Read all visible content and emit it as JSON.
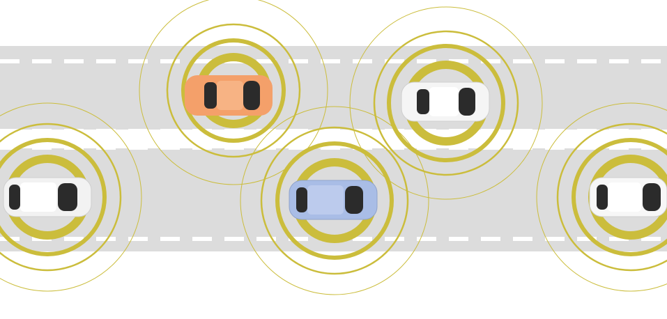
{
  "scene": {
    "description_hidden": "",
    "colors": {
      "background": "#ffffff",
      "road": "#dcdcdc",
      "lane_marking": "#ffffff",
      "signal_ring": "#cbbd3c"
    },
    "cars": [
      {
        "name": "car-orange",
        "color": "#f4a06a",
        "roof": "#ffffff",
        "direction": "right"
      },
      {
        "name": "car-white-top-right",
        "color": "#f5f5f5",
        "roof": "#ffffff",
        "direction": "right"
      },
      {
        "name": "car-white-left",
        "color": "#f2f2f2",
        "roof": "#ffffff",
        "direction": "right"
      },
      {
        "name": "car-blue",
        "color": "#a9bde6",
        "roof": "#ffffff",
        "direction": "right"
      },
      {
        "name": "car-white-right",
        "color": "#f7f7f7",
        "roof": "#ffffff",
        "direction": "right"
      }
    ]
  }
}
